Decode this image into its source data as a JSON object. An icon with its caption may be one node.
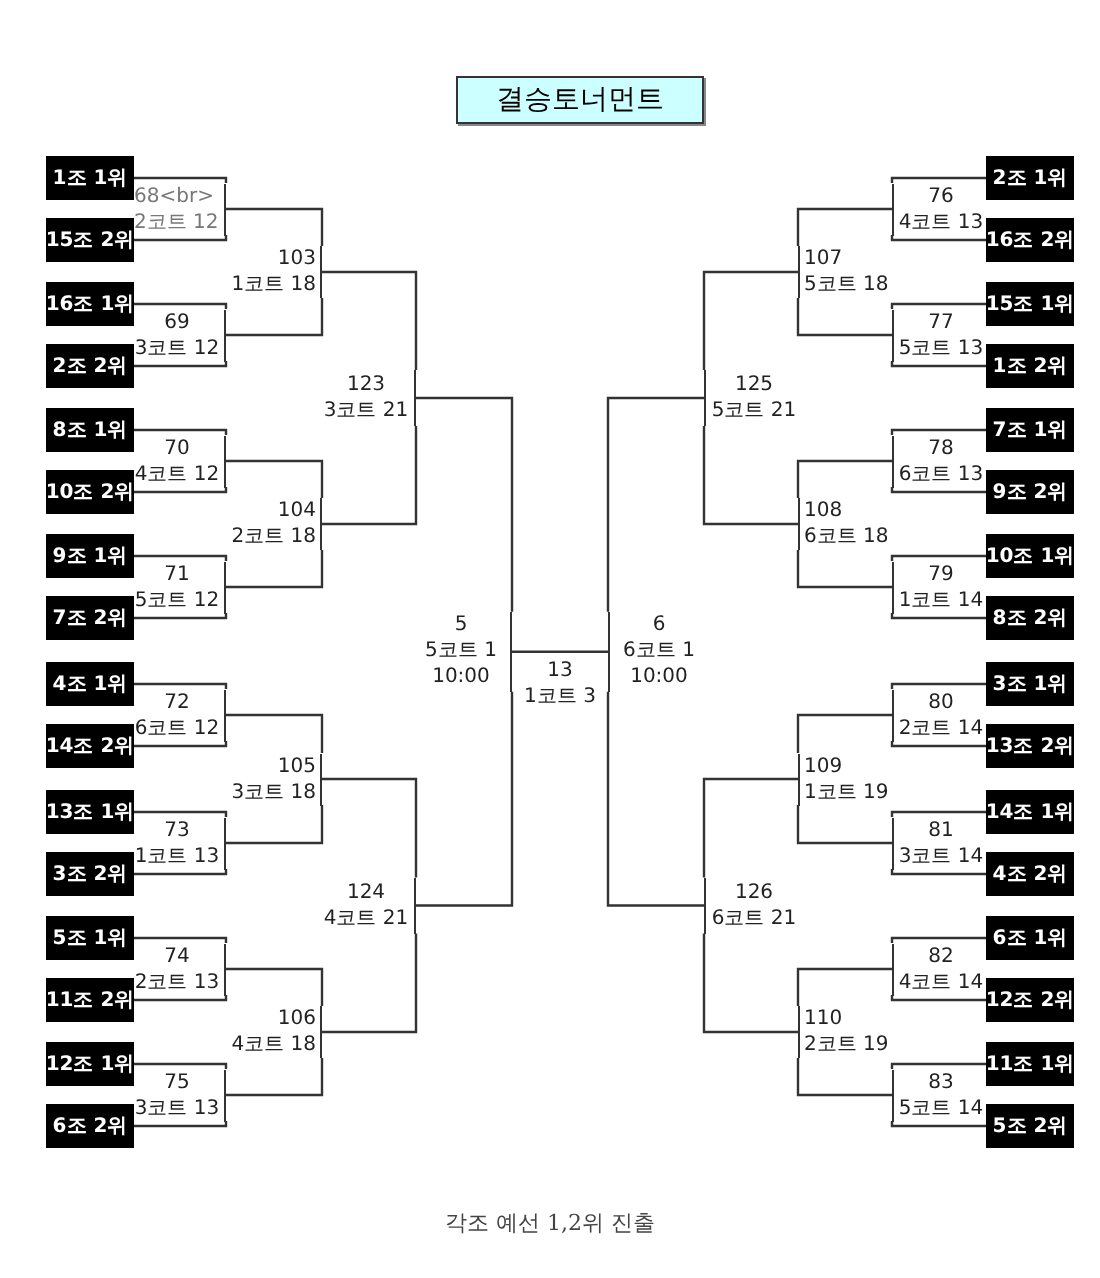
{
  "diagram": {
    "title": "결승토너먼트",
    "caption": "각조 예선 1,2위 진출",
    "nodes": [
      {
        "text": [
          "1조 1위"
        ]
      },
      {
        "text": [
          "15조 2위"
        ]
      },
      {
        "text": [
          "16조 1위"
        ]
      },
      {
        "text": [
          "2조 2위"
        ]
      },
      {
        "text": [
          "8조 1위"
        ]
      },
      {
        "text": [
          "10조 2위"
        ]
      },
      {
        "text": [
          "9조 1위"
        ]
      },
      {
        "text": [
          "7조 2위"
        ]
      },
      {
        "text": [
          "4조 1위"
        ]
      },
      {
        "text": [
          "14조 2위"
        ]
      },
      {
        "text": [
          "13조 1위"
        ]
      },
      {
        "text": [
          "3조 2위"
        ]
      },
      {
        "text": [
          "5조 1위"
        ]
      },
      {
        "text": [
          "11조 2위"
        ]
      },
      {
        "text": [
          "12조 1위"
        ]
      },
      {
        "text": [
          "6조 2위"
        ]
      },
      {
        "text": [
          "2조 1위"
        ]
      },
      {
        "text": [
          "16조 2위"
        ]
      },
      {
        "text": [
          "15조 1위"
        ]
      },
      {
        "text": [
          "1조 2위"
        ]
      },
      {
        "text": [
          "7조 1위"
        ]
      },
      {
        "text": [
          "9조 2위"
        ]
      },
      {
        "text": [
          "10조 1위"
        ]
      },
      {
        "text": [
          "8조 2위"
        ]
      },
      {
        "text": [
          "3조 1위"
        ]
      },
      {
        "text": [
          "13조 2위"
        ]
      },
      {
        "text": [
          "14조 1위"
        ]
      },
      {
        "text": [
          "4조 2위"
        ]
      },
      {
        "text": [
          "6조 1위"
        ]
      },
      {
        "text": [
          "12조 2위"
        ]
      },
      {
        "text": [
          "11조 1위"
        ]
      },
      {
        "text": [
          "5조 2위"
        ]
      },
      {
        "text": [
          "68<br>2코트 12"
        ]
      },
      {
        "text": [
          "69",
          "3코트 12"
        ]
      },
      {
        "text": [
          "70",
          "4코트 12"
        ]
      },
      {
        "text": [
          "71",
          "5코트 12"
        ]
      },
      {
        "text": [
          "72",
          "6코트 12"
        ]
      },
      {
        "text": [
          "73",
          "1코트 13"
        ]
      },
      {
        "text": [
          "74",
          "2코트 13"
        ]
      },
      {
        "text": [
          "75",
          "3코트 13"
        ]
      },
      {
        "text": [
          "76",
          "4코트 13"
        ]
      },
      {
        "text": [
          "77",
          "5코트 13"
        ]
      },
      {
        "text": [
          "78",
          "6코트 13"
        ]
      },
      {
        "text": [
          "79",
          "1코트 14"
        ]
      },
      {
        "text": [
          "80",
          "2코트 14"
        ]
      },
      {
        "text": [
          "81",
          "3코트 14"
        ]
      },
      {
        "text": [
          "82",
          "4코트 14"
        ]
      },
      {
        "text": [
          "83",
          "5코트 14"
        ]
      },
      {
        "text": [
          "103",
          "1코트 18"
        ]
      },
      {
        "text": [
          "104",
          "2코트 18"
        ]
      },
      {
        "text": [
          "105",
          "3코트 18"
        ]
      },
      {
        "text": [
          "106",
          "4코트 18"
        ]
      },
      {
        "text": [
          "107",
          "5코트 18"
        ]
      },
      {
        "text": [
          "108",
          "6코트 18"
        ]
      },
      {
        "text": [
          "109",
          "1코트 19"
        ]
      },
      {
        "text": [
          "110",
          "2코트 19"
        ]
      },
      {
        "text": [
          "123",
          "3코트 21"
        ]
      },
      {
        "text": [
          "124",
          "4코트 21"
        ]
      },
      {
        "text": [
          "125",
          "5코트 21"
        ]
      },
      {
        "text": [
          "126",
          "6코트 21"
        ]
      },
      {
        "text": [
          "5",
          "5코트 1",
          "10:00"
        ]
      },
      {
        "text": [
          "6",
          "6코트 1",
          "10:00"
        ]
      },
      {
        "text": [
          "13",
          "1코트 3"
        ]
      }
    ],
    "edges": [
      {
        "from": 0,
        "to": 32,
        "arrow": "none"
      },
      {
        "from": 1,
        "to": 32,
        "arrow": "none"
      },
      {
        "from": 2,
        "to": 33,
        "arrow": "none"
      },
      {
        "from": 3,
        "to": 33,
        "arrow": "none"
      },
      {
        "from": 4,
        "to": 34,
        "arrow": "none"
      },
      {
        "from": 5,
        "to": 34,
        "arrow": "none"
      },
      {
        "from": 6,
        "to": 35,
        "arrow": "none"
      },
      {
        "from": 7,
        "to": 35,
        "arrow": "none"
      },
      {
        "from": 8,
        "to": 36,
        "arrow": "none"
      },
      {
        "from": 9,
        "to": 36,
        "arrow": "none"
      },
      {
        "from": 10,
        "to": 37,
        "arrow": "none"
      },
      {
        "from": 11,
        "to": 37,
        "arrow": "none"
      },
      {
        "from": 12,
        "to": 38,
        "arrow": "none"
      },
      {
        "from": 13,
        "to": 38,
        "arrow": "none"
      },
      {
        "from": 14,
        "to": 39,
        "arrow": "none"
      },
      {
        "from": 15,
        "to": 39,
        "arrow": "none"
      },
      {
        "from": 16,
        "to": 40,
        "arrow": "none"
      },
      {
        "from": 17,
        "to": 40,
        "arrow": "none"
      },
      {
        "from": 18,
        "to": 41,
        "arrow": "none"
      },
      {
        "from": 19,
        "to": 41,
        "arrow": "none"
      },
      {
        "from": 20,
        "to": 42,
        "arrow": "none"
      },
      {
        "from": 21,
        "to": 42,
        "arrow": "none"
      },
      {
        "from": 22,
        "to": 43,
        "arrow": "none"
      },
      {
        "from": 23,
        "to": 43,
        "arrow": "none"
      },
      {
        "from": 24,
        "to": 44,
        "arrow": "none"
      },
      {
        "from": 25,
        "to": 44,
        "arrow": "none"
      },
      {
        "from": 26,
        "to": 45,
        "arrow": "none"
      },
      {
        "from": 27,
        "to": 45,
        "arrow": "none"
      },
      {
        "from": 28,
        "to": 46,
        "arrow": "none"
      },
      {
        "from": 29,
        "to": 46,
        "arrow": "none"
      },
      {
        "from": 30,
        "to": 47,
        "arrow": "none"
      },
      {
        "from": 31,
        "to": 47,
        "arrow": "none"
      },
      {
        "from": 32,
        "to": 48,
        "arrow": "none"
      },
      {
        "from": 33,
        "to": 48,
        "arrow": "none"
      },
      {
        "from": 34,
        "to": 49,
        "arrow": "none"
      },
      {
        "from": 35,
        "to": 49,
        "arrow": "none"
      },
      {
        "from": 36,
        "to": 50,
        "arrow": "none"
      },
      {
        "from": 37,
        "to": 50,
        "arrow": "none"
      },
      {
        "from": 38,
        "to": 51,
        "arrow": "none"
      },
      {
        "from": 39,
        "to": 51,
        "arrow": "none"
      },
      {
        "from": 40,
        "to": 52,
        "arrow": "none"
      },
      {
        "from": 41,
        "to": 52,
        "arrow": "none"
      },
      {
        "from": 42,
        "to": 53,
        "arrow": "none"
      },
      {
        "from": 43,
        "to": 53,
        "arrow": "none"
      },
      {
        "from": 44,
        "to": 54,
        "arrow": "none"
      },
      {
        "from": 45,
        "to": 54,
        "arrow": "none"
      },
      {
        "from": 46,
        "to": 55,
        "arrow": "none"
      },
      {
        "from": 47,
        "to": 55,
        "arrow": "none"
      },
      {
        "from": 48,
        "to": 56,
        "arrow": "none"
      },
      {
        "from": 49,
        "to": 56,
        "arrow": "none"
      },
      {
        "from": 50,
        "to": 57,
        "arrow": "none"
      },
      {
        "from": 51,
        "to": 57,
        "arrow": "none"
      },
      {
        "from": 52,
        "to": 58,
        "arrow": "none"
      },
      {
        "from": 53,
        "to": 58,
        "arrow": "none"
      },
      {
        "from": 54,
        "to": 59,
        "arrow": "none"
      },
      {
        "from": 55,
        "to": 59,
        "arrow": "none"
      },
      {
        "from": 56,
        "to": 60,
        "arrow": "none"
      },
      {
        "from": 57,
        "to": 60,
        "arrow": "none"
      },
      {
        "from": 58,
        "to": 61,
        "arrow": "none"
      },
      {
        "from": 59,
        "to": 61,
        "arrow": "none"
      },
      {
        "from": 60,
        "to": 62,
        "arrow": "none"
      },
      {
        "from": 61,
        "to": 62,
        "arrow": "none"
      }
    ]
  }
}
